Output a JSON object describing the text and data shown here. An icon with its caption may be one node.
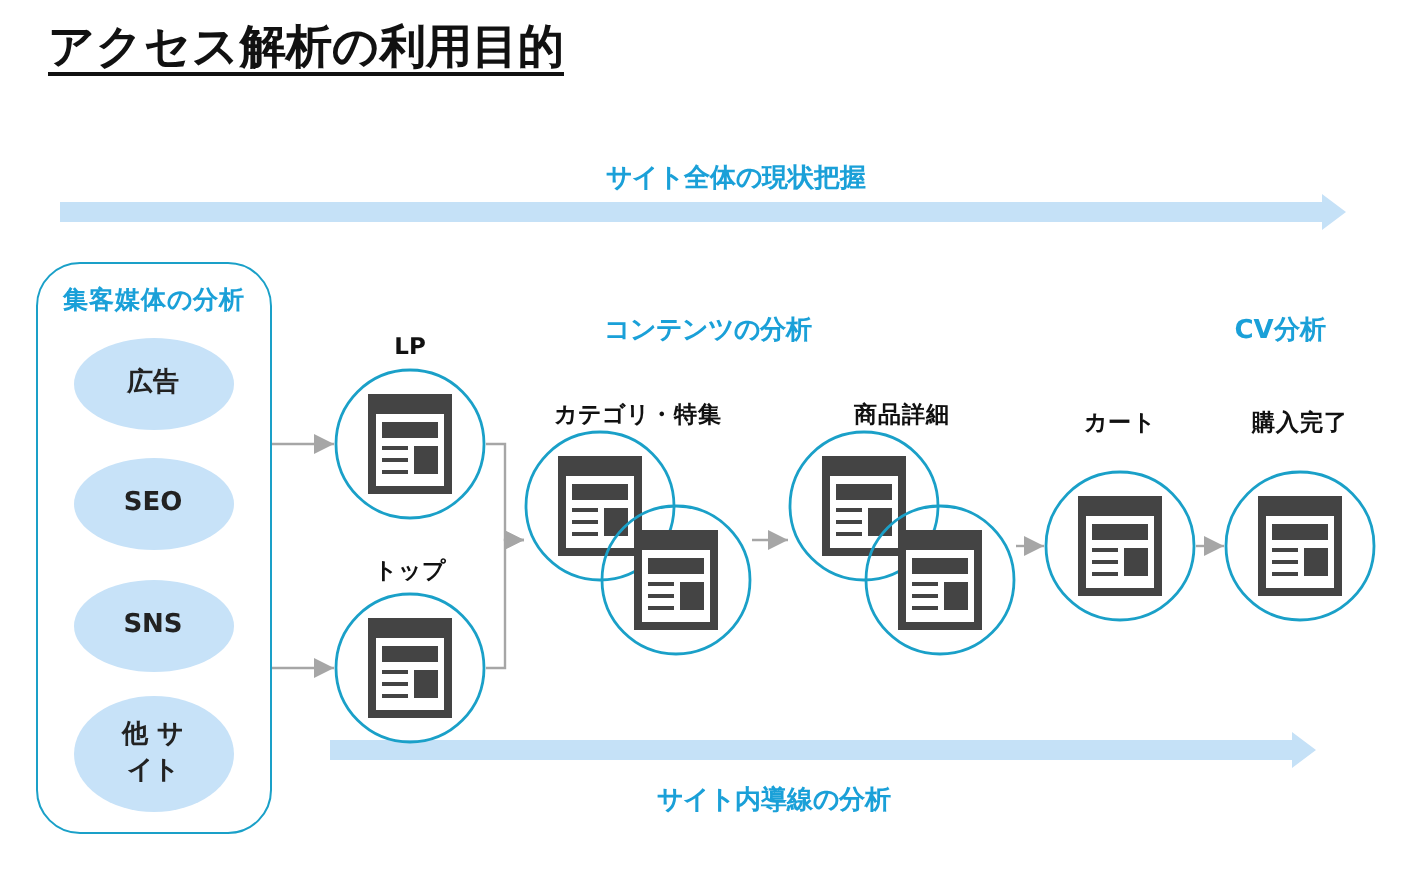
{
  "diagram": {
    "title": "アクセス解析の利用目的",
    "nodes": [
      {
        "text": [
          "集客媒体の分析"
        ]
      },
      {
        "text": [
          "広告"
        ],
        "in": 0
      },
      {
        "text": [
          "SEO"
        ],
        "in": 0
      },
      {
        "text": [
          "SNS"
        ],
        "in": 0
      },
      {
        "text": [
          "他 サイト"
        ],
        "in": 0
      },
      {
        "text": [
          "LP"
        ]
      },
      {
        "text": [
          "トップ"
        ]
      },
      {
        "text": [
          "カテゴリ・特集"
        ]
      },
      {
        "text": [
          "商品詳細"
        ]
      },
      {
        "text": [
          "カート"
        ]
      },
      {
        "text": [
          "購入完了"
        ]
      }
    ],
    "edges": [
      {
        "from": 0,
        "to": 5,
        "arrow": "to"
      },
      {
        "from": 0,
        "to": 6,
        "arrow": "to"
      },
      {
        "from": 5,
        "to": 7,
        "arrow": "to"
      },
      {
        "from": 6,
        "to": 7,
        "arrow": "to"
      },
      {
        "from": 7,
        "to": 8,
        "arrow": "to"
      },
      {
        "from": 8,
        "to": 9,
        "arrow": "to"
      },
      {
        "from": 9,
        "to": 10,
        "arrow": "to"
      }
    ],
    "labels": [
      "サイト全体の現状把握",
      "コンテンツの分析",
      "CV分析",
      "サイト内導線の分析"
    ]
  }
}
